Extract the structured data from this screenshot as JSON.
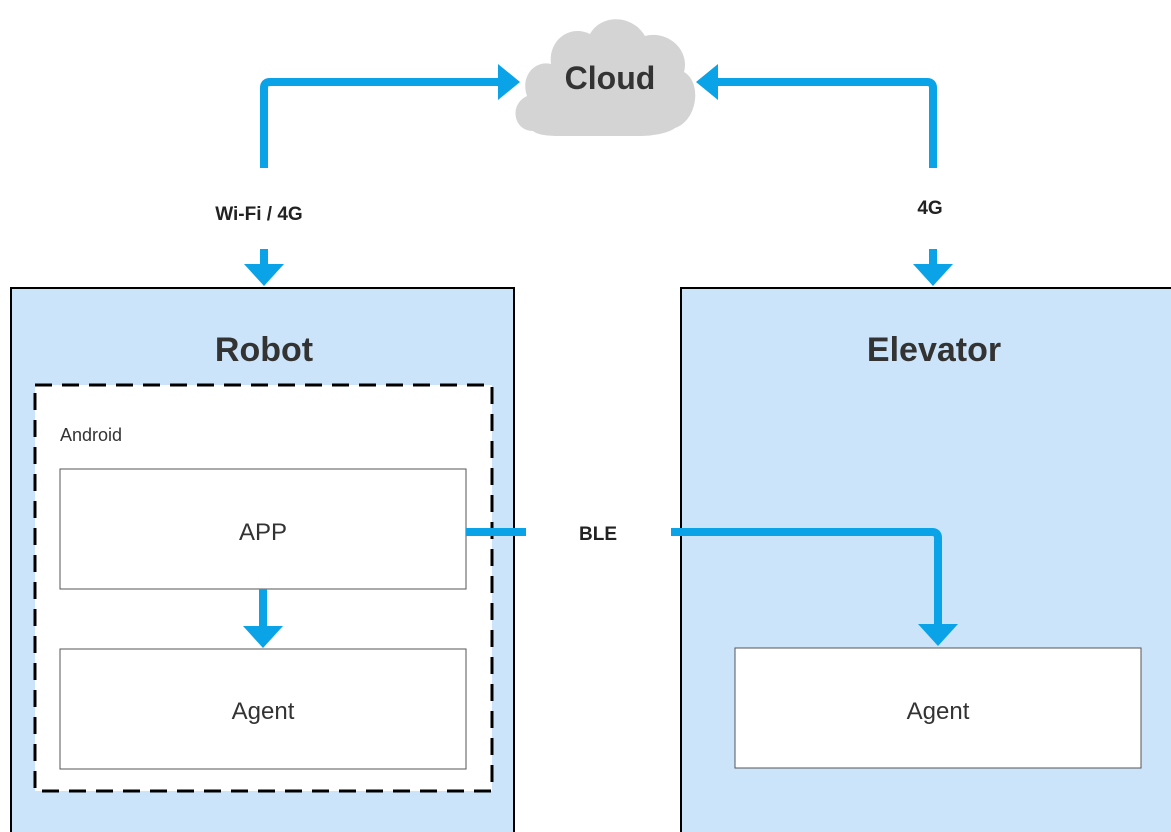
{
  "cloud": {
    "label": "Cloud"
  },
  "links": {
    "robot_to_cloud": "Wi-Fi / 4G",
    "elevator_to_cloud": "4G",
    "robot_to_elevator": "BLE"
  },
  "robot": {
    "title": "Robot",
    "android": {
      "label": "Android",
      "app_label": "APP",
      "agent_label": "Agent"
    }
  },
  "elevator": {
    "title": "Elevator",
    "agent_label": "Agent"
  },
  "colors": {
    "arrow": "#0aa3e8",
    "cloud_fill": "#d4d4d4",
    "container_fill": "#cce4fa",
    "box_border": "#555555",
    "outline": "#000000"
  }
}
